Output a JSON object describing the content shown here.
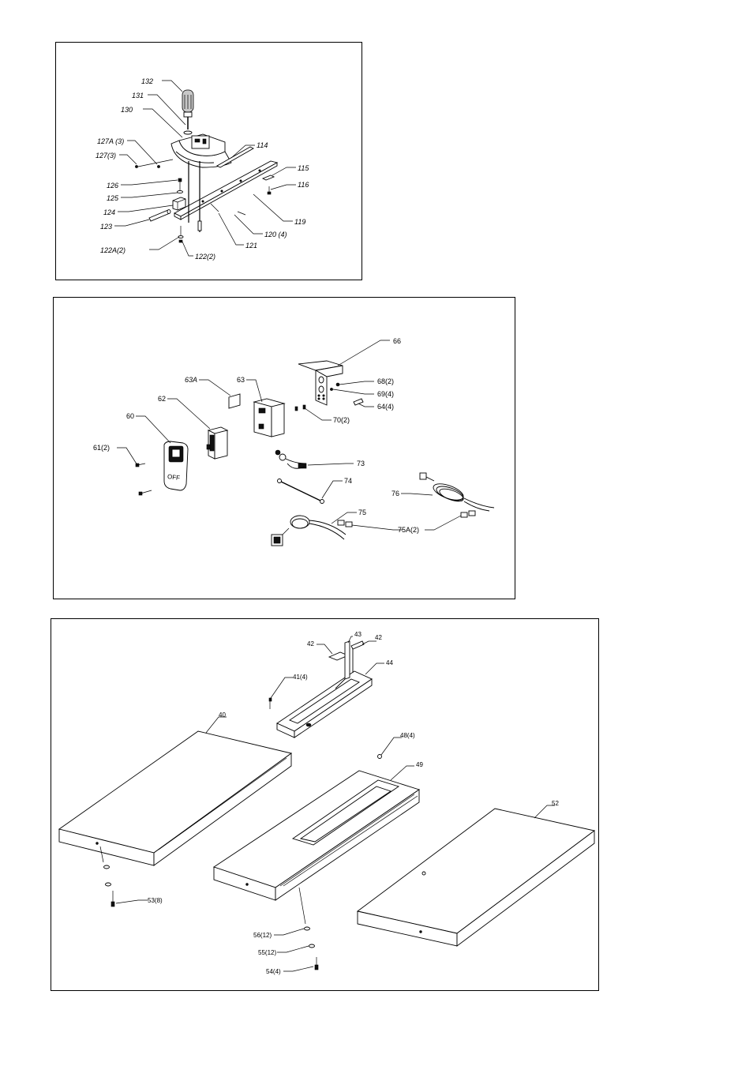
{
  "miter_gauge": {
    "labels": {
      "p132": "132",
      "p131": "131",
      "p130": "130",
      "p127a": "127A (3)",
      "p127": "127(3)",
      "p126": "126",
      "p125": "125",
      "p124": "124",
      "p123": "123",
      "p122a": "122A(2)",
      "p122": "122(2)",
      "p121": "121",
      "p120": "120 (4)",
      "p119": "119",
      "p116": "116",
      "p115": "115",
      "p114": "114"
    }
  },
  "switch_assembly": {
    "labels": {
      "p66": "66",
      "p68": "68(2)",
      "p69": "69(4)",
      "p64": "64(4)",
      "p63a": "63A",
      "p63": "63",
      "p62": "62",
      "p60": "60",
      "p70": "70(2)",
      "p61": "61(2)",
      "p73": "73",
      "p74": "74",
      "p76": "76",
      "p75": "75",
      "p75a": "75A(2)",
      "switch_text": "OFF"
    }
  },
  "table_assembly": {
    "labels": {
      "p42a": "42",
      "p43": "43",
      "p42b": "42",
      "p44": "44",
      "p41": "41(4)",
      "p40": "40",
      "p48": "48(4)",
      "p49": "49",
      "p52": "52",
      "p53": "53(8)",
      "p56": "56(12)",
      "p55": "55(12)",
      "p54": "54(4)"
    }
  }
}
